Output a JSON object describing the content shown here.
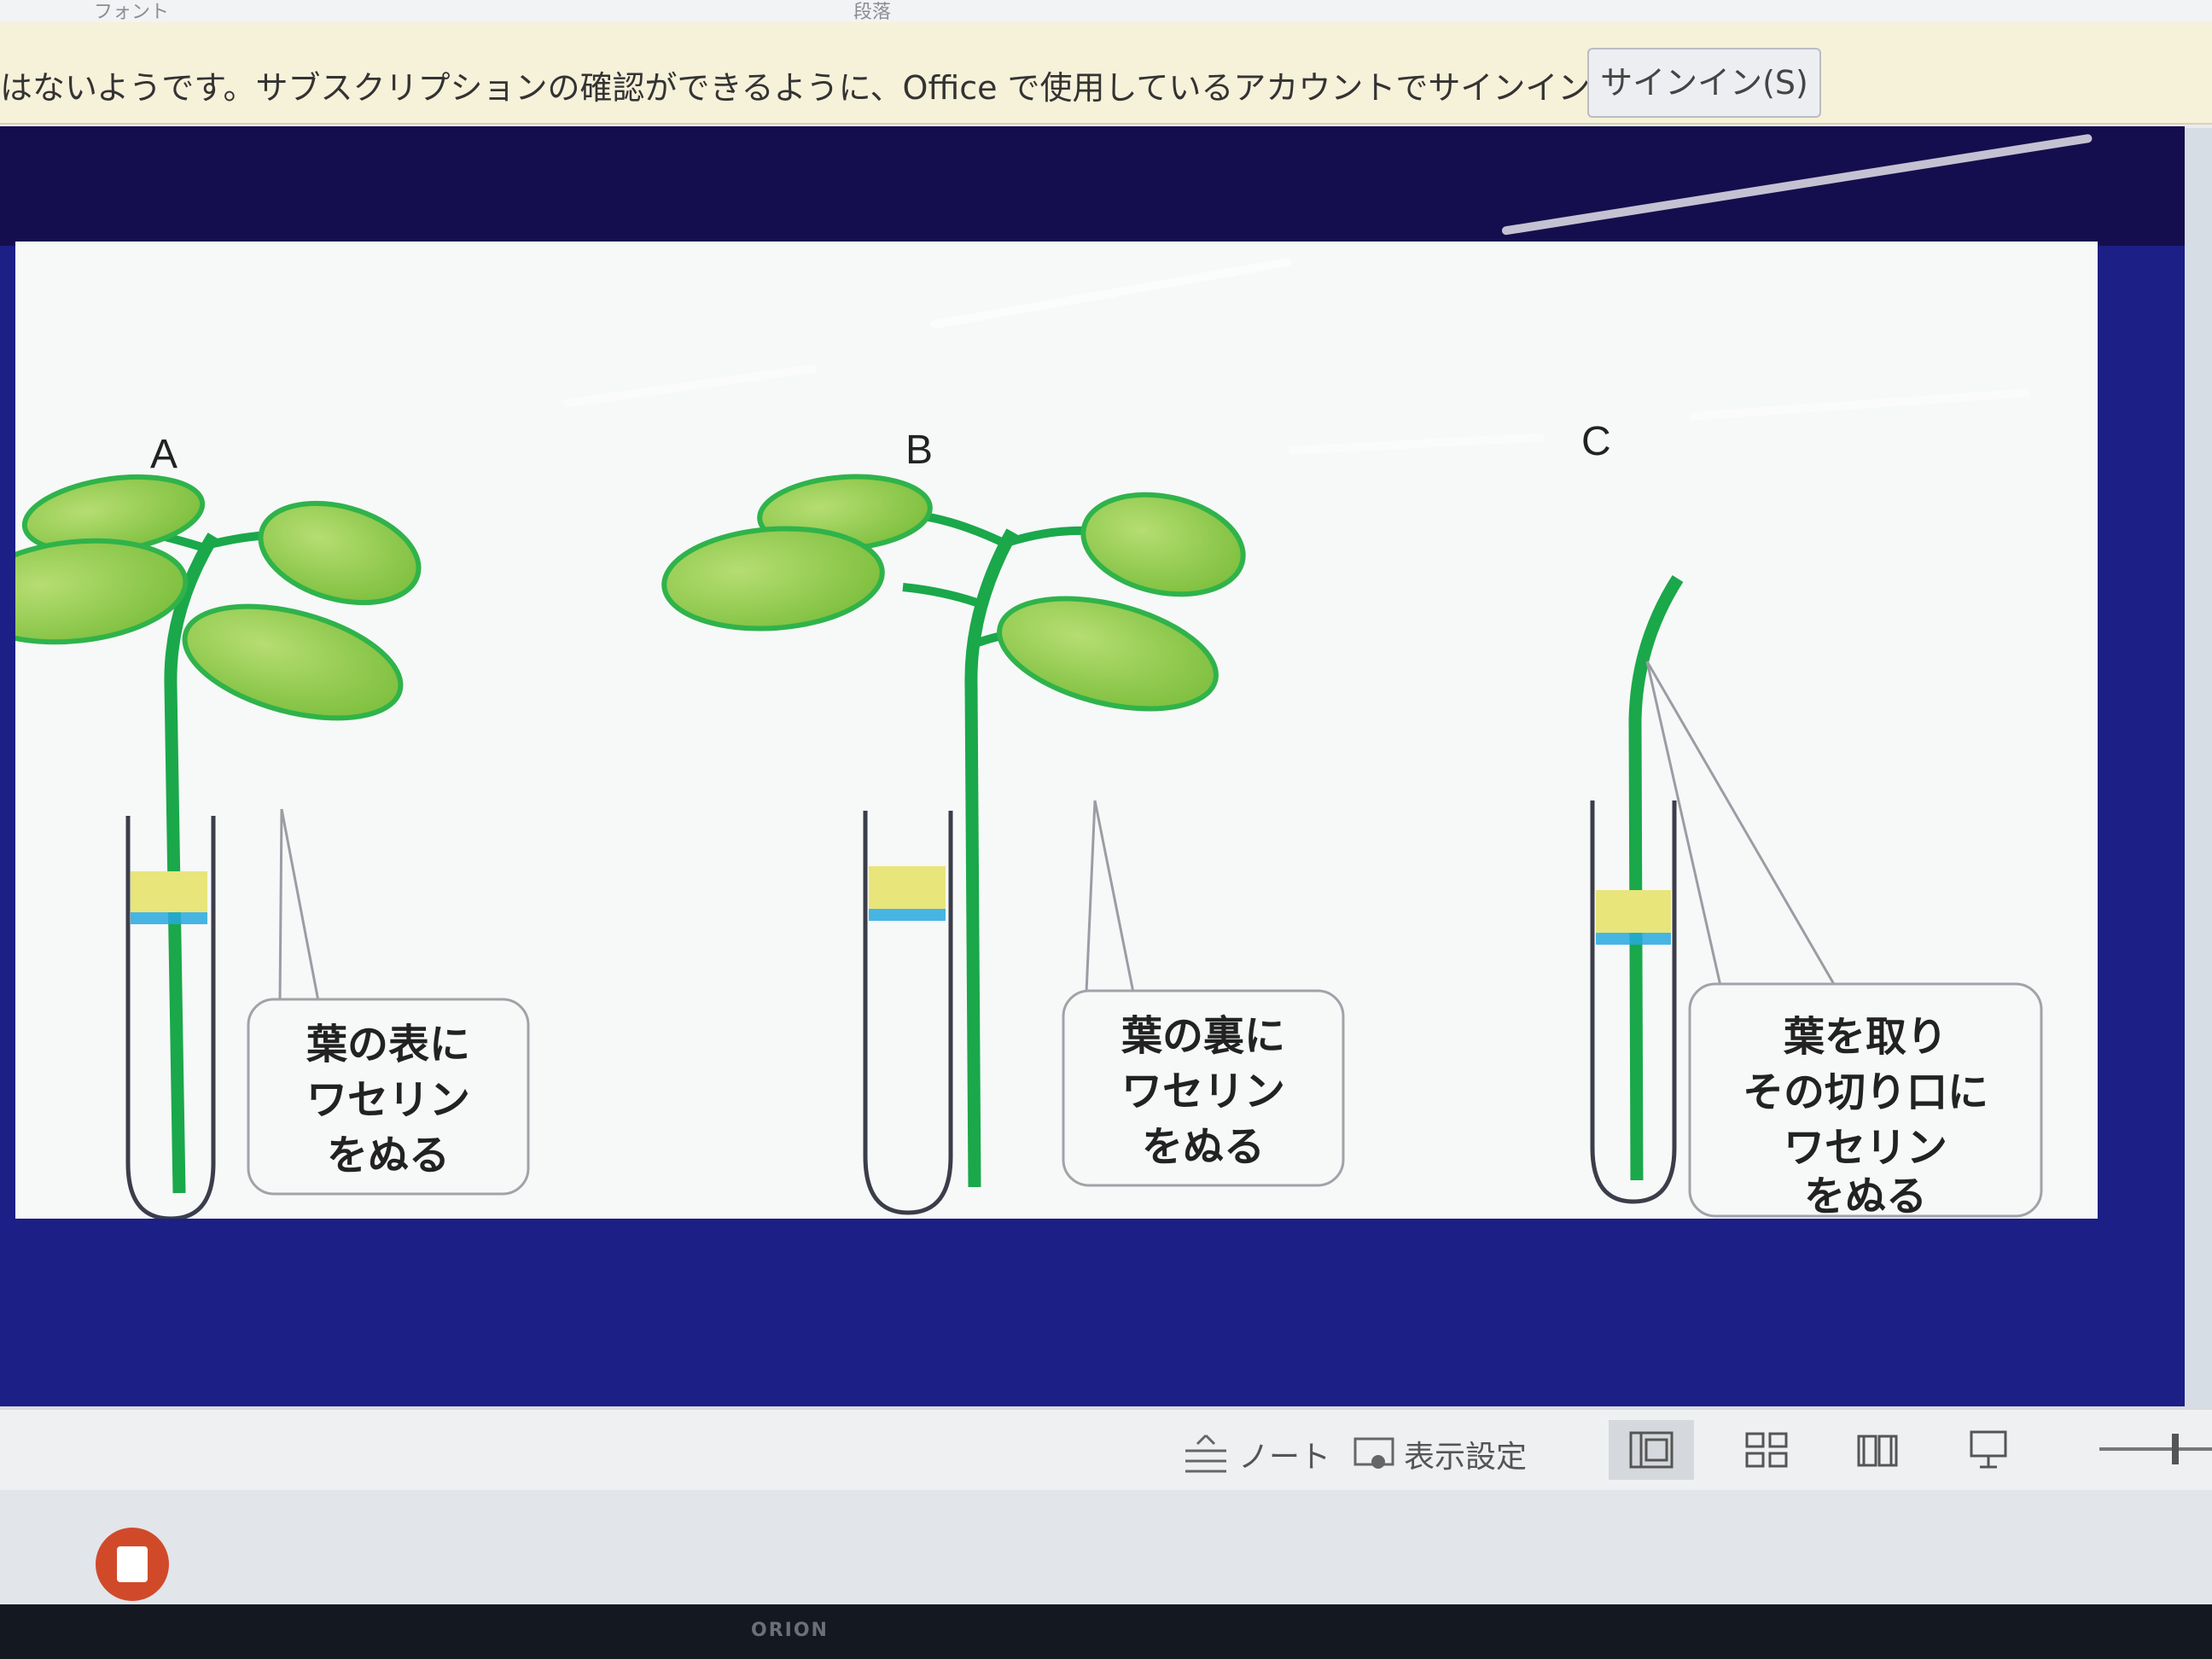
{
  "ribbon": {
    "group_font": "フォント",
    "group_paragraph": "段落"
  },
  "message_bar": {
    "text": "はないようです。サブスクリプションの確認ができるように、Office で使用しているアカウントでサインインしてください。",
    "signin_label": "サインイン(S)"
  },
  "slide": {
    "panels": [
      {
        "letter": "A",
        "callout_lines": [
          "葉の表に",
          "ワセリン",
          "をぬる"
        ]
      },
      {
        "letter": "B",
        "callout_lines": [
          "葉の裏に",
          "ワセリン",
          "をぬる"
        ]
      },
      {
        "letter": "C",
        "callout_lines": [
          "葉を取り",
          "その切り口に",
          "ワセリン",
          "をぬる"
        ]
      }
    ],
    "colors": {
      "leaf": "#8cc63f",
      "leaf_edge": "#2fb34a",
      "stem": "#1aa84a",
      "oil": "#e8e57a",
      "water": "#27a9e1",
      "tube": "#3b3e4a"
    }
  },
  "status_bar": {
    "notes_label": "ノート",
    "display_settings_label": "表示設定"
  },
  "monitor": {
    "brand": "ORION"
  }
}
